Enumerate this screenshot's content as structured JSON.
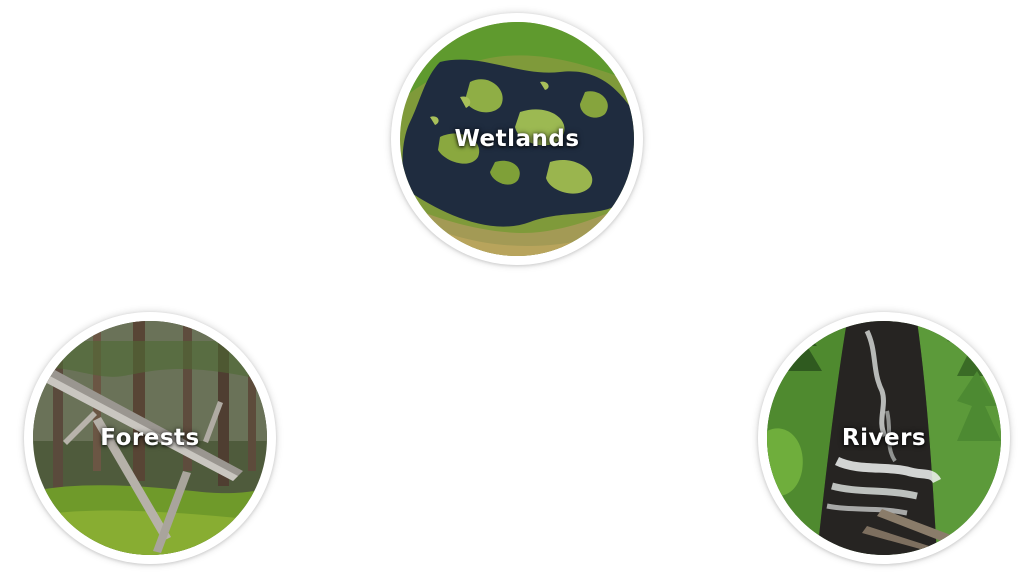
{
  "habitats": [
    {
      "id": "wetlands",
      "label": "Wetlands",
      "image": "aerial-wetland-photo"
    },
    {
      "id": "forests",
      "label": "Forests",
      "image": "old-growth-forest-photo"
    },
    {
      "id": "rivers",
      "label": "Rivers",
      "image": "forest-river-rapids-photo"
    }
  ],
  "colors": {
    "background": "#ffffff",
    "ring": "#ffffff",
    "label_text": "#ffffff"
  }
}
